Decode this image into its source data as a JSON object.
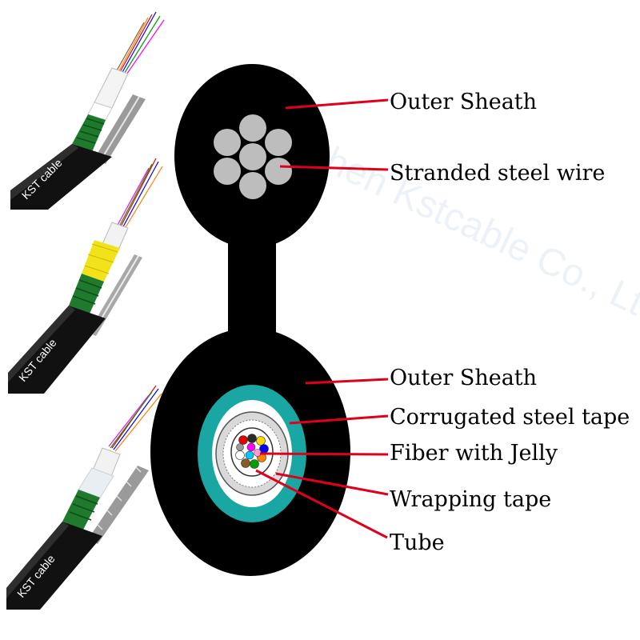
{
  "labels": {
    "outer_sheath_top": "Outer Sheath",
    "stranded_steel_wire": "Stranded steel wire",
    "outer_sheath_bottom": "Outer Sheath",
    "corrugated_steel_tape": "Corrugated steel tape",
    "fiber_with_jelly": "Fiber with Jelly",
    "wrapping_tape": "Wrapping tape",
    "tube": "Tube"
  },
  "photos": [
    {
      "caption": "KST cable"
    },
    {
      "caption": "KST cable"
    },
    {
      "caption": "KST cable"
    }
  ],
  "watermark": "Shenzhen Kstcable Co., Ltd",
  "colors": {
    "sheath": "#000000",
    "steel_wire": "#bdbdbd",
    "corrugated_tape": "#1aa7a4",
    "leader_line": "#e0001b",
    "fiber_colors": [
      "#e00000",
      "#2a2a2a",
      "#ff00ff",
      "#ffd700",
      "#0000ff",
      "#ff7f00",
      "#00a000",
      "#8b5a2b",
      "#00c8ff",
      "#9a9a9a",
      "#ffffff",
      "#ff9ad5"
    ]
  }
}
